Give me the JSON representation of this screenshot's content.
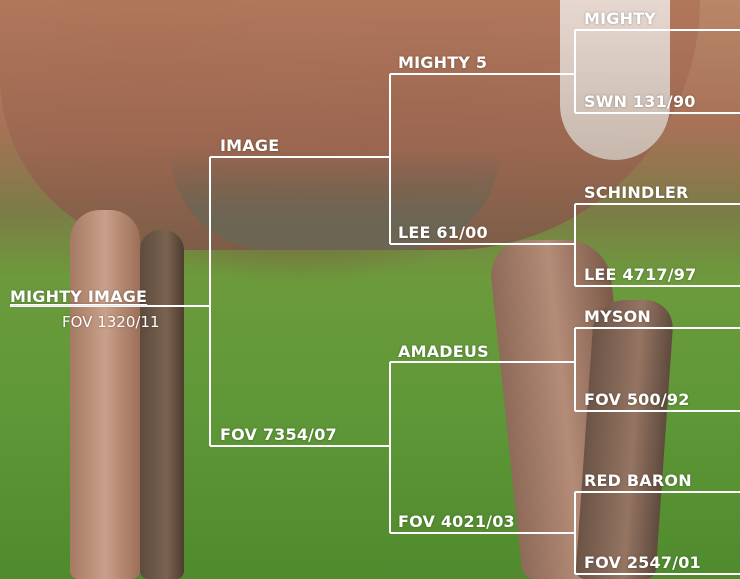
{
  "pedigree": {
    "subject": {
      "name": "MIGHTY IMAGE",
      "id": "FOV 1320/11"
    },
    "sire": "IMAGE",
    "dam": "FOV 7354/07",
    "sire_sire": "MIGHTY 5",
    "sire_dam": "LEE 61/00",
    "dam_sire": "AMADEUS",
    "dam_dam": "FOV 4021/03",
    "ggp": [
      "MIGHTY",
      "SWN 131/90",
      "SCHINDLER",
      "LEE 4717/97",
      "MYSON",
      "FOV 500/92",
      "RED BARON",
      "FOV 2547/01"
    ]
  },
  "colors": {
    "line": "#ffffff",
    "grass": "#5f9838",
    "coat": "#a77257"
  }
}
